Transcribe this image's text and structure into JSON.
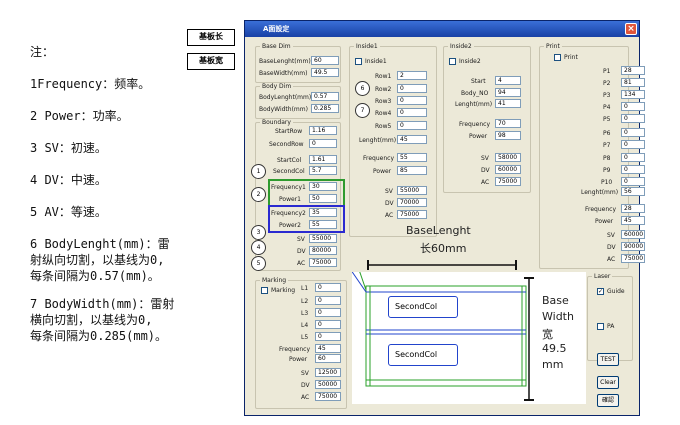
{
  "notes": {
    "head": "注：",
    "n1": "1Frequency：频率。",
    "n2": "2 Power：功率。",
    "n3": "3 SV：初速。",
    "n4": "4 DV：中速。",
    "n5": "5 AV：等速。",
    "n6a": "6 BodyLenght(mm)：雷",
    "n6b": "射纵向切割，以基线为0,",
    "n6c": "每条间隔为0.57(mm)。",
    "n7a": "7 BodyWidth(mm)：雷射",
    "n7b": "横向切割，以基线为0,",
    "n7c": "每条间隔为0.285(mm)。"
  },
  "callouts": {
    "base_length": "基板长",
    "base_width": "基板宽"
  },
  "window": {
    "title": "A面設定",
    "close": "×"
  },
  "base_dim": {
    "legend": "Base Dim",
    "length_label": "BaseLenght(mm)",
    "length_value": "60",
    "width_label": "BaseWidth(mm)",
    "width_value": "49.5"
  },
  "body_dim": {
    "legend": "Body Dim",
    "length_label": "BodyLenght(mm)",
    "length_value": "0.57",
    "width_label": "BodyWidth(mm)",
    "width_value": "0.285"
  },
  "boundary": {
    "legend": "Boundary",
    "startrow_label": "StartRow",
    "startrow_value": "1.16",
    "secondrow_label": "SecondRow",
    "secondrow_value": "0",
    "startcol_label": "StartCol",
    "startcol_value": "1.61",
    "secondcol_label": "SecondCol",
    "secondcol_value": "5.7",
    "freq1_label": "Frequency1",
    "freq1_value": "30",
    "power1_label": "Power1",
    "power1_value": "50",
    "freq2_label": "Frequency2",
    "freq2_value": "35",
    "power2_label": "Power2",
    "power2_value": "55",
    "sv_label": "SV",
    "sv_value": "55000",
    "dv_label": "DV",
    "dv_value": "80000",
    "ac_label": "AC",
    "ac_value": "75000"
  },
  "inside1": {
    "legend": "Inside1",
    "check_label": "Inside1",
    "row1_label": "Row1",
    "row1_value": "2",
    "row2_label": "Row2",
    "row2_value": "0",
    "row3_label": "Row3",
    "row3_value": "0",
    "row4_label": "Row4",
    "row4_value": "0",
    "row5_label": "Row5",
    "row5_value": "0",
    "len_label": "Lenght(mm)",
    "len_value": "45",
    "freq_label": "Frequency",
    "freq_value": "55",
    "power_label": "Power",
    "power_value": "85",
    "sv_label": "SV",
    "sv_value": "55000",
    "dv_label": "DV",
    "dv_value": "70000",
    "ac_label": "AC",
    "ac_value": "75000"
  },
  "inside2": {
    "legend": "Inside2",
    "check_label": "Inside2",
    "start_label": "Start",
    "start_value": "4",
    "bodyno_label": "Body_NO",
    "bodyno_value": "94",
    "len_label": "Lenght(mm)",
    "len_value": "41",
    "freq_label": "Frequency",
    "freq_value": "70",
    "power_label": "Power",
    "power_value": "98",
    "sv_label": "SV",
    "sv_value": "58000",
    "dv_label": "DV",
    "dv_value": "60000",
    "ac_label": "AC",
    "ac_value": "75000"
  },
  "print": {
    "legend": "Print",
    "check_label": "Print",
    "p1_label": "P1",
    "p1_value": "28",
    "p2_label": "P2",
    "p2_value": "81",
    "p3_label": "P3",
    "p3_value": "134",
    "p4_label": "P4",
    "p4_value": "0",
    "p5_label": "P5",
    "p5_value": "0",
    "p6_label": "P6",
    "p6_value": "0",
    "p7_label": "P7",
    "p7_value": "0",
    "p8_label": "P8",
    "p8_value": "0",
    "p9_label": "P9",
    "p9_value": "0",
    "p10_label": "P10",
    "p10_value": "0",
    "len_label": "Lenght(mm)",
    "len_value": "56",
    "freq_label": "Frequency",
    "freq_value": "28",
    "power_label": "Power",
    "power_value": "45",
    "sv_label": "SV",
    "sv_value": "60000",
    "dv_label": "DV",
    "dv_value": "90000",
    "ac_label": "AC",
    "ac_value": "75000"
  },
  "marking": {
    "legend": "Marking",
    "check_label": "Marking",
    "l1_label": "L1",
    "l1_value": "0",
    "l2_label": "L2",
    "l2_value": "0",
    "l3_label": "L3",
    "l3_value": "0",
    "l4_label": "L4",
    "l4_value": "0",
    "l5_label": "L5",
    "l5_value": "0",
    "freq_label": "Frequency",
    "freq_value": "45",
    "power_label": "Power",
    "power_value": "60",
    "sv_label": "SV",
    "sv_value": "12500",
    "dv_label": "DV",
    "dv_value": "50000",
    "ac_label": "AC",
    "ac_value": "75000"
  },
  "laser": {
    "legend": "Laser",
    "guide_label": "Guide",
    "guide_checked": "✓",
    "pa_label": "PA",
    "test_button": "TEST",
    "clear_button": "Clear",
    "confirm_button": "確認"
  },
  "markers": [
    "1",
    "2",
    "3",
    "4",
    "5",
    "6",
    "7"
  ],
  "sketch": {
    "baselength_a": "BaseLenght",
    "baselength_b": "长60mm",
    "basewidth_a": "Base",
    "basewidth_b": "Width",
    "basewidth_c": "宽",
    "basewidth_d": "49.5",
    "basewidth_e": "mm",
    "bubble1": "SecondCol",
    "bubble2": "SecondCol"
  }
}
